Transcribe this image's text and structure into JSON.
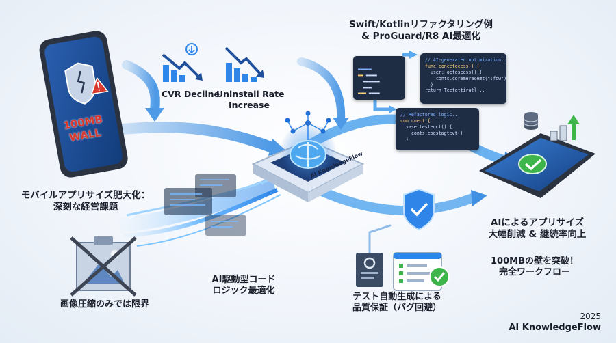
{
  "phone_left": {
    "wall_line1": "100MB",
    "wall_line2": "WALL"
  },
  "metrics": {
    "cvr": "CVR Decline",
    "uninstall_line1": "Uninstall Rate",
    "uninstall_line2": "Increase"
  },
  "problem": {
    "line1": "モバイルアプリサイズ肥大化：",
    "line2": "深刻な経営課題"
  },
  "image_limit": "画像圧縮のみでは限界",
  "ai_logic": {
    "line1": "AI駆動型コード",
    "line2": "ロジック最適化"
  },
  "refactor": {
    "line1": "Swift/Kotlinリファクタリング例",
    "line2": "& ProGuard/R8 AI最適化"
  },
  "hub_label": "AI KnowledgeFlow",
  "code_top": {
    "comment": "// AI-generated optimization...",
    "l2": "func concetecess() {",
    "l3": "  user: ocfescess() {",
    "l4": "    conts.coremerecemt(\":fow\")",
    "l5": "  }",
    "l6": "return Tectottiratl..."
  },
  "code_mid": {
    "comment": "// Refactored logic...",
    "l2": "con cuect {",
    "l3": "  vase testeuct() {",
    "l4": "    conts.coostagtevt()",
    "l5": "  }"
  },
  "result": {
    "line1": "AIによるアプリサイズ",
    "line2": "大幅削減 & 継続率向上"
  },
  "breakthrough": {
    "line1": "100MBの壁を突破！",
    "line2": "完全ワークフロー"
  },
  "testing": {
    "line1": "テスト自動生成による",
    "line2": "品質保証（バグ回避）"
  },
  "footer": {
    "year": "2025",
    "brand": "AI KnowledgeFlow"
  },
  "colors": {
    "accent_blue": "#1f6fd6",
    "flow_blue": "#5aa9ee",
    "danger_red": "#d93a2f",
    "success_green": "#3db54a"
  }
}
